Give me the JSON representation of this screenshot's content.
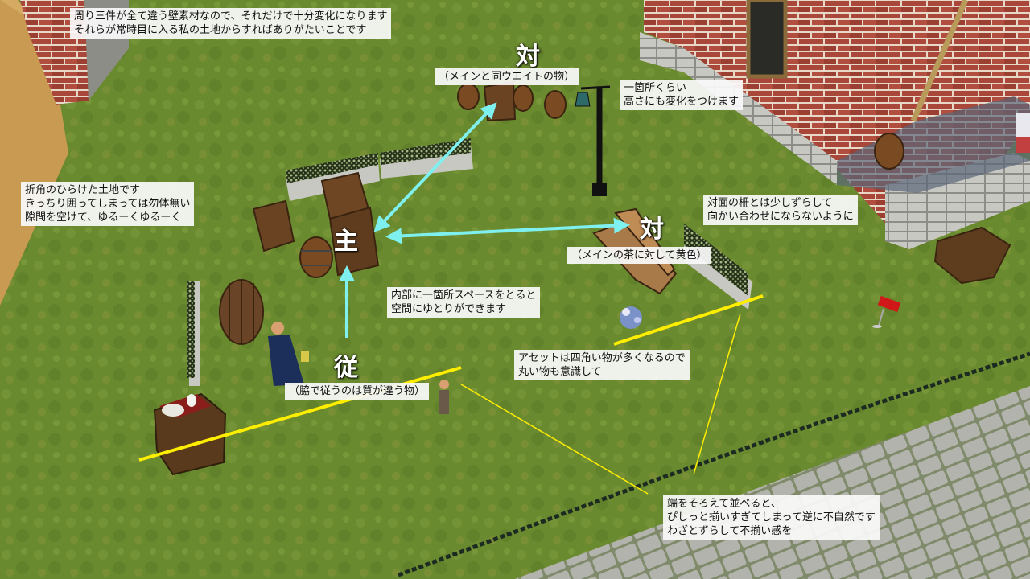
{
  "colors": {
    "grass": "#6d8a32",
    "arrow": "#7ff0f0",
    "guide_yellow": "#ffee00",
    "brick": "#a8473a",
    "cobble": "#a9a9a4"
  },
  "labels": {
    "main": "主",
    "opposite_top": "対",
    "opposite_right": "対",
    "follower": "従"
  },
  "notes": {
    "top_left": "周り三件が全て違う壁素材なので、それだけで十分変化になります\nそれらが常時目に入る私の土地からすればありがたいことです",
    "left": "折角のひらけた土地です\nきっちり囲ってしまっては勿体無い\n隙間を空けて、ゆるーくゆるーく",
    "top_center": "（メインと同ウエイトの物）",
    "lamp": "一箇所くらい\n高さにも変化をつけます",
    "fence": "対面の柵とは少しずらして\n向かい合わせにならないように",
    "yellow_bench": "（メインの茶に対して黄色）",
    "interior": "内部に一箇所スペースをとると\n空間にゆとりができます",
    "round": "アセットは四角い物が多くなるので\n丸い物も意識して",
    "follower_note": "（脇で従うのは質が違う物）",
    "bottom": "端をそろえて並べると、\nぴしっと揃いすぎてしまって逆に不自然です\nわざとずらして不揃い感を"
  }
}
